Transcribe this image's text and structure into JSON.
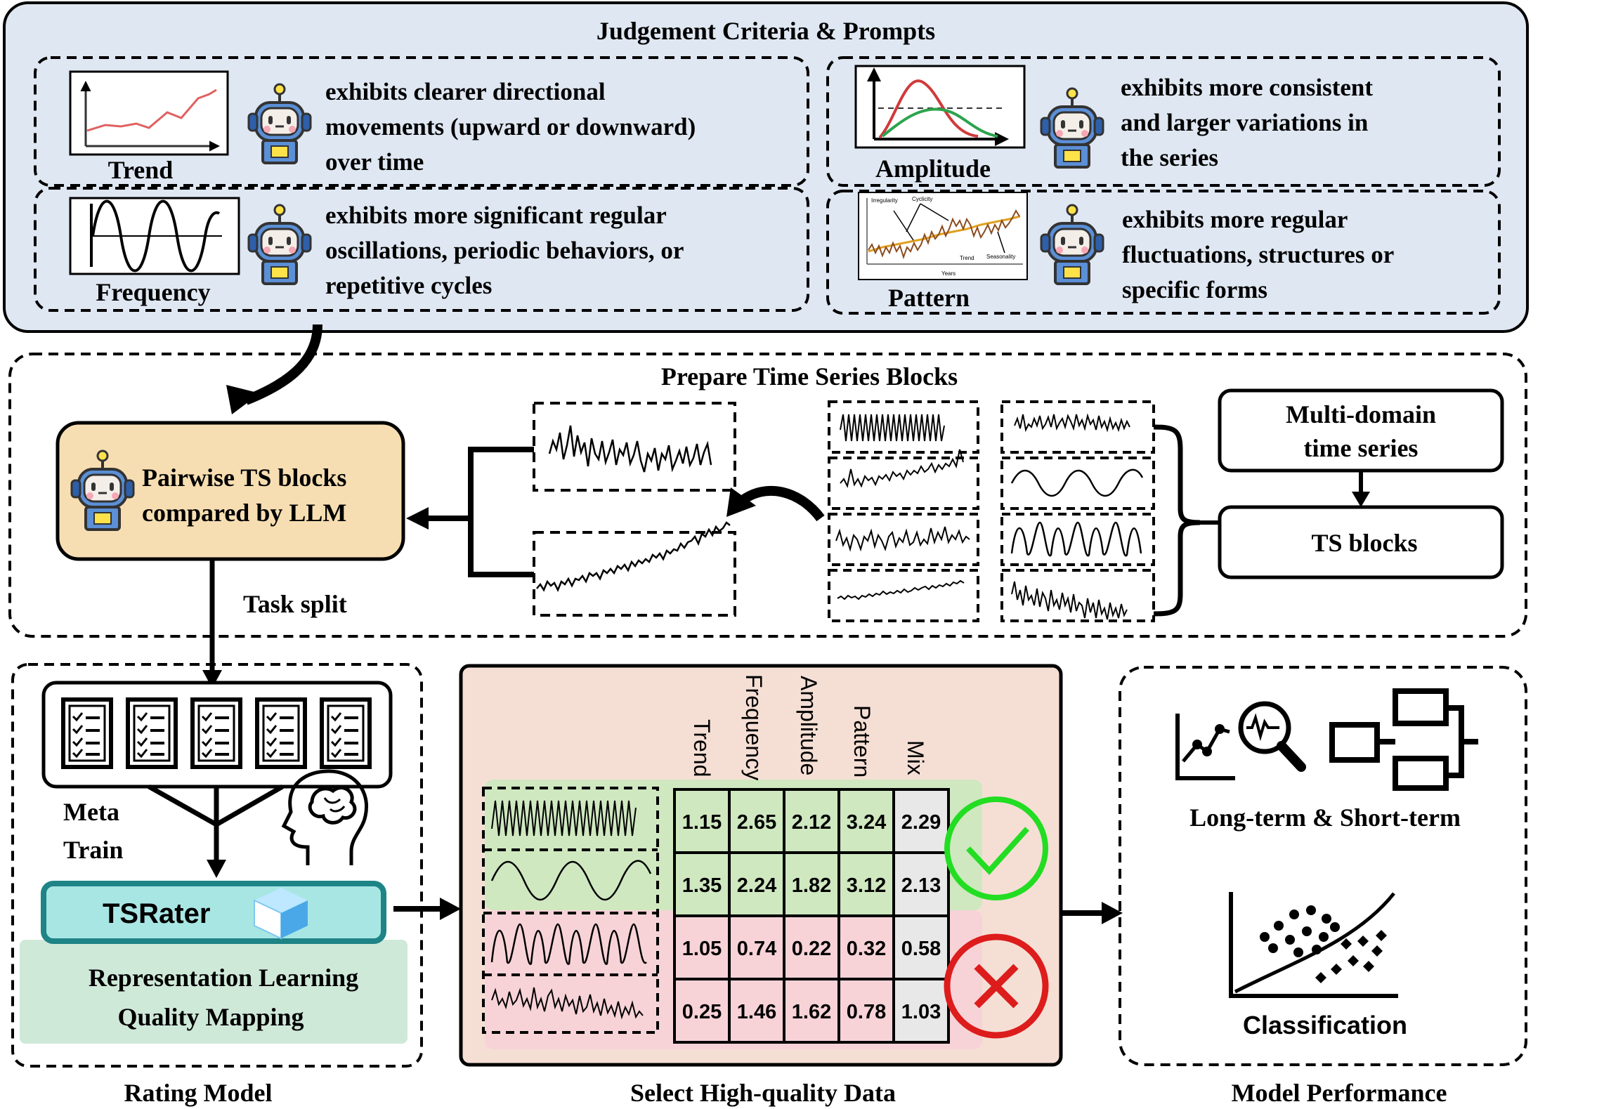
{
  "criteria": {
    "title": "Judgement Criteria & Prompts",
    "items": [
      {
        "label": "Trend",
        "lines": [
          "exhibits clearer directional",
          "movements (upward or downward)",
          "over time"
        ]
      },
      {
        "label": "Amplitude",
        "lines": [
          "exhibits more consistent",
          "and larger variations in",
          "the series"
        ]
      },
      {
        "label": "Frequency",
        "lines": [
          "exhibits more significant regular",
          "oscillations, periodic behaviors, or",
          "repetitive cycles"
        ]
      },
      {
        "label": "Pattern",
        "lines": [
          "exhibits more regular",
          "fluctuations, structures or",
          "specific forms"
        ]
      }
    ],
    "pattern_thumb_labels": [
      "Irregularity",
      "Cyclicity",
      "Trend",
      "Seasonality",
      "Years"
    ]
  },
  "prepare": {
    "title": "Prepare Time Series Blocks",
    "llm_box": [
      "Pairwise TS blocks",
      "compared by LLM"
    ],
    "source_box": [
      "Multi-domain",
      "time series"
    ],
    "blocks_box": "TS blocks",
    "task_split": "Task split"
  },
  "rating": {
    "meta_train": [
      "Meta",
      "Train"
    ],
    "model_name": "TSRater",
    "representation": [
      "Representation Learning",
      "Quality Mapping"
    ],
    "caption": "Rating Model"
  },
  "select": {
    "caption": "Select High-quality Data",
    "columns": [
      "Trend",
      "Frequency",
      "Amplitude",
      "Pattern",
      "Mix"
    ],
    "rows": [
      [
        "1.15",
        "2.65",
        "2.12",
        "3.24",
        "2.29"
      ],
      [
        "1.35",
        "2.24",
        "1.82",
        "3.12",
        "2.13"
      ],
      [
        "1.05",
        "0.74",
        "0.22",
        "0.32",
        "0.58"
      ],
      [
        "0.25",
        "1.46",
        "1.62",
        "0.78",
        "1.03"
      ]
    ],
    "colors": {
      "accept_bg": "#cfe8c0",
      "reject_bg": "#f7d3d8",
      "panel_bg": "#f5dfd5",
      "check": "#22dd22",
      "cross": "#dd1c1c"
    }
  },
  "performance": {
    "caption": "Model Performance",
    "forecast_label": "Long-term & Short-term",
    "classification_label": "Classification"
  }
}
